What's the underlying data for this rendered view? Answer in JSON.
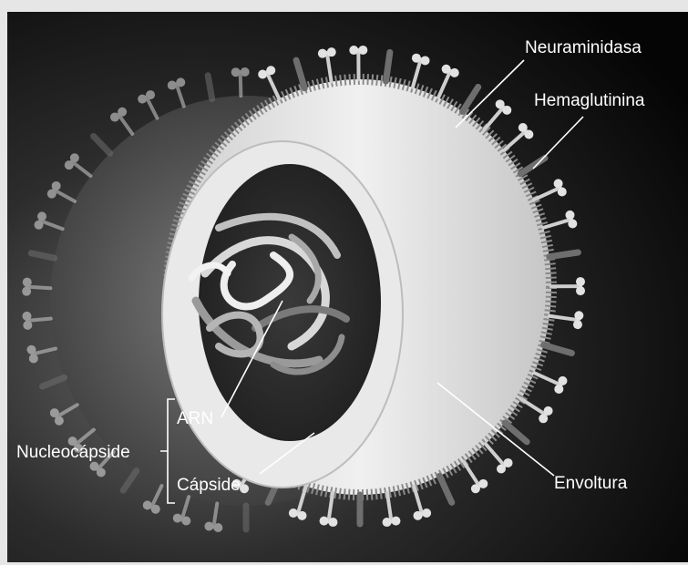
{
  "labels": {
    "neuraminidase": "Neuraminidasa",
    "hemagglutinin": "Hemaglutinina",
    "rna": "ARN",
    "nucleocapsid": "Nucleocápside",
    "capsid": "Cápside",
    "envelope": "Envoltura"
  },
  "colors": {
    "frame": "#e6e6e6",
    "background_dark": "#050505",
    "background_light": "#6a6a6a",
    "shell": "#dcdcdc",
    "membrane": "#8a8a8a",
    "spike_head": "#e2e2e2",
    "neuraminidase_rod": "#6e6e6e",
    "label_text": "#ffffff"
  },
  "icons": {
    "neuraminidase": "neuraminidase-spike-icon",
    "hemagglutinin": "hemagglutinin-spike-icon",
    "rna": "rna-strand-icon"
  }
}
